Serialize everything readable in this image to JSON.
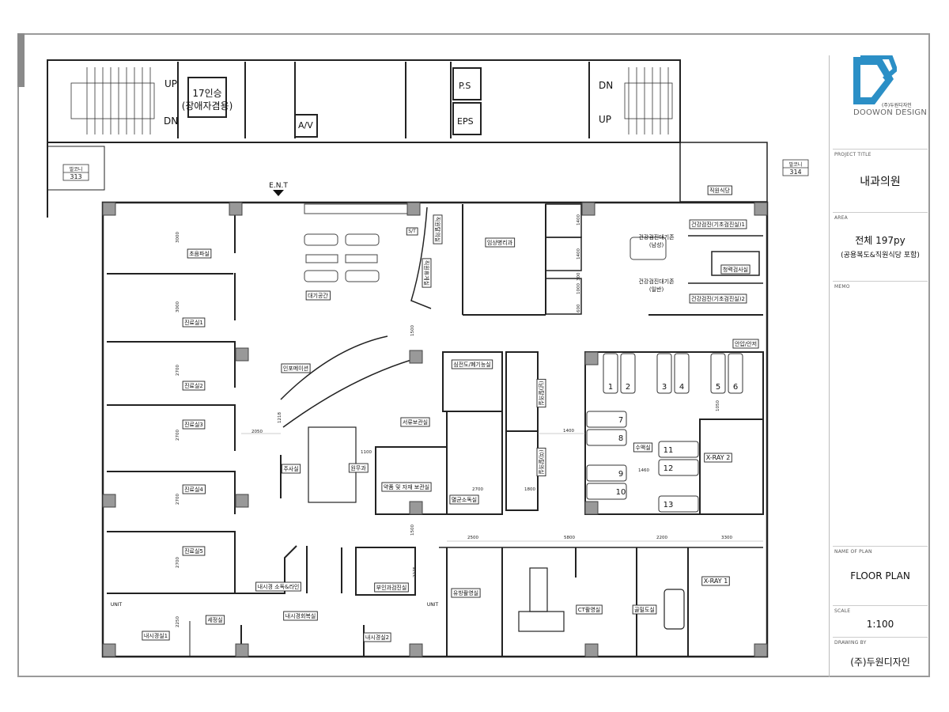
{
  "titleblock": {
    "logo_company_kr": "(주)두원디자인",
    "logo_company_en": "DOOWON DESIGN",
    "project_title_caption": "PROJECT TITLE",
    "project_title": "내과의원",
    "area_caption": "AREA",
    "area_main": "전체 197py",
    "area_note": "(공용복도&직원식당 포함)",
    "memo_caption": "MEMO",
    "plan_name_caption": "NAME OF PLAN",
    "plan_name": "FLOOR PLAN",
    "scale_caption": "SCALE",
    "scale": "1:100",
    "drawing_by_caption": "DRAWING BY",
    "drawing_by": "(주)두원디자인",
    "accent_color": "#2b8fc6"
  },
  "core": {
    "up_left": "UP",
    "dn_left": "DN",
    "elevator_line1": "17인승",
    "elevator_line2": "(장애자겸용)",
    "av": "A/V",
    "ps": "P.S",
    "eps": "EPS",
    "dn_right": "DN",
    "up_right": "UP",
    "balcony_left_label": "발코니",
    "balcony_left_no": "313",
    "balcony_right_label": "발코니",
    "balcony_right_no": "314",
    "entrance": "E.N.T",
    "staff_cafeteria": "직원식당"
  },
  "rooms": {
    "ultrasound": "초음파실",
    "exam1": "진료실1",
    "exam2": "진료실2",
    "exam3": "진료실3",
    "exam4": "진료실4",
    "exam5": "진료실5",
    "waiting": "대기공간",
    "information": "인포메이션",
    "injection": "주사실",
    "admin": "원무과",
    "records": "서류보관실",
    "medicine_storage": "약품 및 자재 보관실",
    "sterilization": "멸균소독실",
    "ecg": "심전도/폐기능실",
    "male_changing": "(남)탈의실",
    "female_changing": "(여)탈의실",
    "clinical_pathology": "임상병리과",
    "staff_locker": "직원탈의실",
    "staff_lounge": "직원휴게실",
    "st": "S/T",
    "checkup_waiting_male": "건강검진대기존",
    "checkup_waiting_male_sub": "(남성)",
    "checkup_waiting_general": "건강검진대기존",
    "checkup_waiting_general_sub": "(일반)",
    "checkup_basic1": "건강검진(기초검진실)1",
    "checkup_basic2": "건강검진(기초검진실)2",
    "hearing_test": "청력검사실",
    "eye_pressure": "안압/안저",
    "iv_room": "수액실",
    "xray2": "X-RAY 2",
    "xray1": "X-RAY 1",
    "mammography": "유방촬영실",
    "ct": "CT촬영실",
    "bone_density": "골밀도실",
    "gynecology": "부인과검진실",
    "endoscopy_disinfection": "내시경 소독&라인",
    "washroom": "세정실",
    "endoscopy_recovery": "내시경회복실",
    "endoscopy1": "내시경실1",
    "endoscopy2": "내시경실2",
    "unit_left": "UNIT",
    "unit_right": "UNIT"
  },
  "beds": [
    "1",
    "2",
    "3",
    "4",
    "5",
    "6",
    "7",
    "8",
    "9",
    "10",
    "11",
    "12",
    "13"
  ],
  "dimensions": {
    "d_ultra": "3000",
    "d_exam1": "3000",
    "d_exam2": "2700",
    "d_exam3": "2700",
    "d_exam4": "2700",
    "d_exam5": "2700",
    "d_endo1": "2250",
    "d_corr": "2050",
    "d_info": "1218",
    "d_admin": "1100",
    "d_mid": "1500",
    "d_steril": "2700",
    "d_change": "1800",
    "d_iv": "1400",
    "d_iv2": "1460",
    "d_beds": "1050",
    "d_gyn": "2275",
    "d_gyn_v": "1500",
    "d_b1": "2500",
    "d_b2": "5800",
    "d_b3": "2200",
    "d_b4": "3300",
    "d_wc1": "1400",
    "d_wc2": "1400",
    "d_pt1": "1000",
    "d_pt2": "600",
    "d_pt3": "300"
  }
}
